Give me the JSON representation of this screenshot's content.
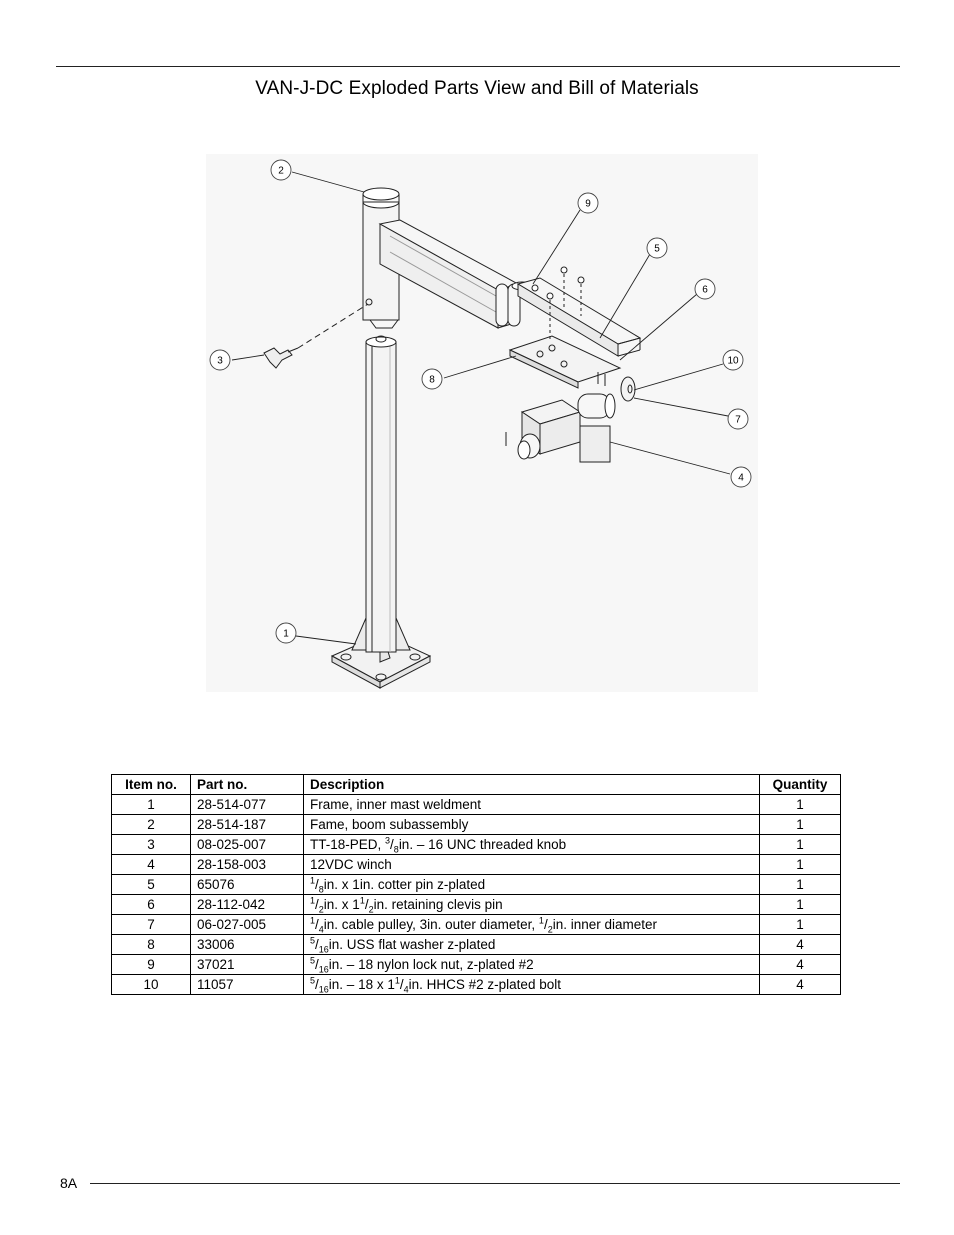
{
  "document": {
    "title": "VAN-J-DC Exploded Parts View and Bill of Materials",
    "page_number": "8A"
  },
  "callouts": [
    "1",
    "2",
    "3",
    "4",
    "5",
    "6",
    "7",
    "8",
    "9",
    "10"
  ],
  "bom": {
    "headers": [
      "Item no.",
      "Part no.",
      "Description",
      "Quantity"
    ],
    "rows": [
      {
        "item": "1",
        "part": "28-514-077",
        "desc": [
          {
            "t": "Frame, inner mast weldment"
          }
        ],
        "qty": "1"
      },
      {
        "item": "2",
        "part": "28-514-187",
        "desc": [
          {
            "t": "Fame, boom subassembly"
          }
        ],
        "qty": "1"
      },
      {
        "item": "3",
        "part": "08-025-007",
        "desc": [
          {
            "t": "TT-18-PED, "
          },
          {
            "sup": "3"
          },
          {
            "t": "/"
          },
          {
            "sub": "8"
          },
          {
            "t": "in. – 16 UNC threaded knob"
          }
        ],
        "qty": "1"
      },
      {
        "item": "4",
        "part": "28-158-003",
        "desc": [
          {
            "t": "12VDC winch"
          }
        ],
        "qty": "1"
      },
      {
        "item": "5",
        "part": "65076",
        "desc": [
          {
            "sup": "1"
          },
          {
            "t": "/"
          },
          {
            "sub": "8"
          },
          {
            "t": "in. x 1in. cotter pin z-plated"
          }
        ],
        "qty": "1"
      },
      {
        "item": "6",
        "part": "28-112-042",
        "desc": [
          {
            "sup": "1"
          },
          {
            "t": "/"
          },
          {
            "sub": "2"
          },
          {
            "t": "in. x 1"
          },
          {
            "sup": "1"
          },
          {
            "t": "/"
          },
          {
            "sub": "2"
          },
          {
            "t": "in. retaining clevis pin"
          }
        ],
        "qty": "1"
      },
      {
        "item": "7",
        "part": "06-027-005",
        "desc": [
          {
            "sup": "1"
          },
          {
            "t": "/"
          },
          {
            "sub": "4"
          },
          {
            "t": "in. cable pulley, 3in. outer diameter, "
          },
          {
            "sup": "1"
          },
          {
            "t": "/"
          },
          {
            "sub": "2"
          },
          {
            "t": "in. inner diameter"
          }
        ],
        "qty": "1"
      },
      {
        "item": "8",
        "part": "33006",
        "desc": [
          {
            "sup": "5"
          },
          {
            "t": "/"
          },
          {
            "sub": "16"
          },
          {
            "t": "in. USS flat washer z-plated"
          }
        ],
        "qty": "4"
      },
      {
        "item": "9",
        "part": "37021",
        "desc": [
          {
            "sup": "5"
          },
          {
            "t": "/"
          },
          {
            "sub": "16"
          },
          {
            "t": "in. – 18 nylon lock nut, z-plated #2"
          }
        ],
        "qty": "4"
      },
      {
        "item": "10",
        "part": "11057",
        "desc": [
          {
            "sup": "5"
          },
          {
            "t": "/"
          },
          {
            "sub": "16"
          },
          {
            "t": "in. – 18 x 1"
          },
          {
            "sup": "1"
          },
          {
            "t": "/"
          },
          {
            "sub": "4"
          },
          {
            "t": "in. HHCS #2 z-plated bolt"
          }
        ],
        "qty": "4"
      }
    ]
  }
}
